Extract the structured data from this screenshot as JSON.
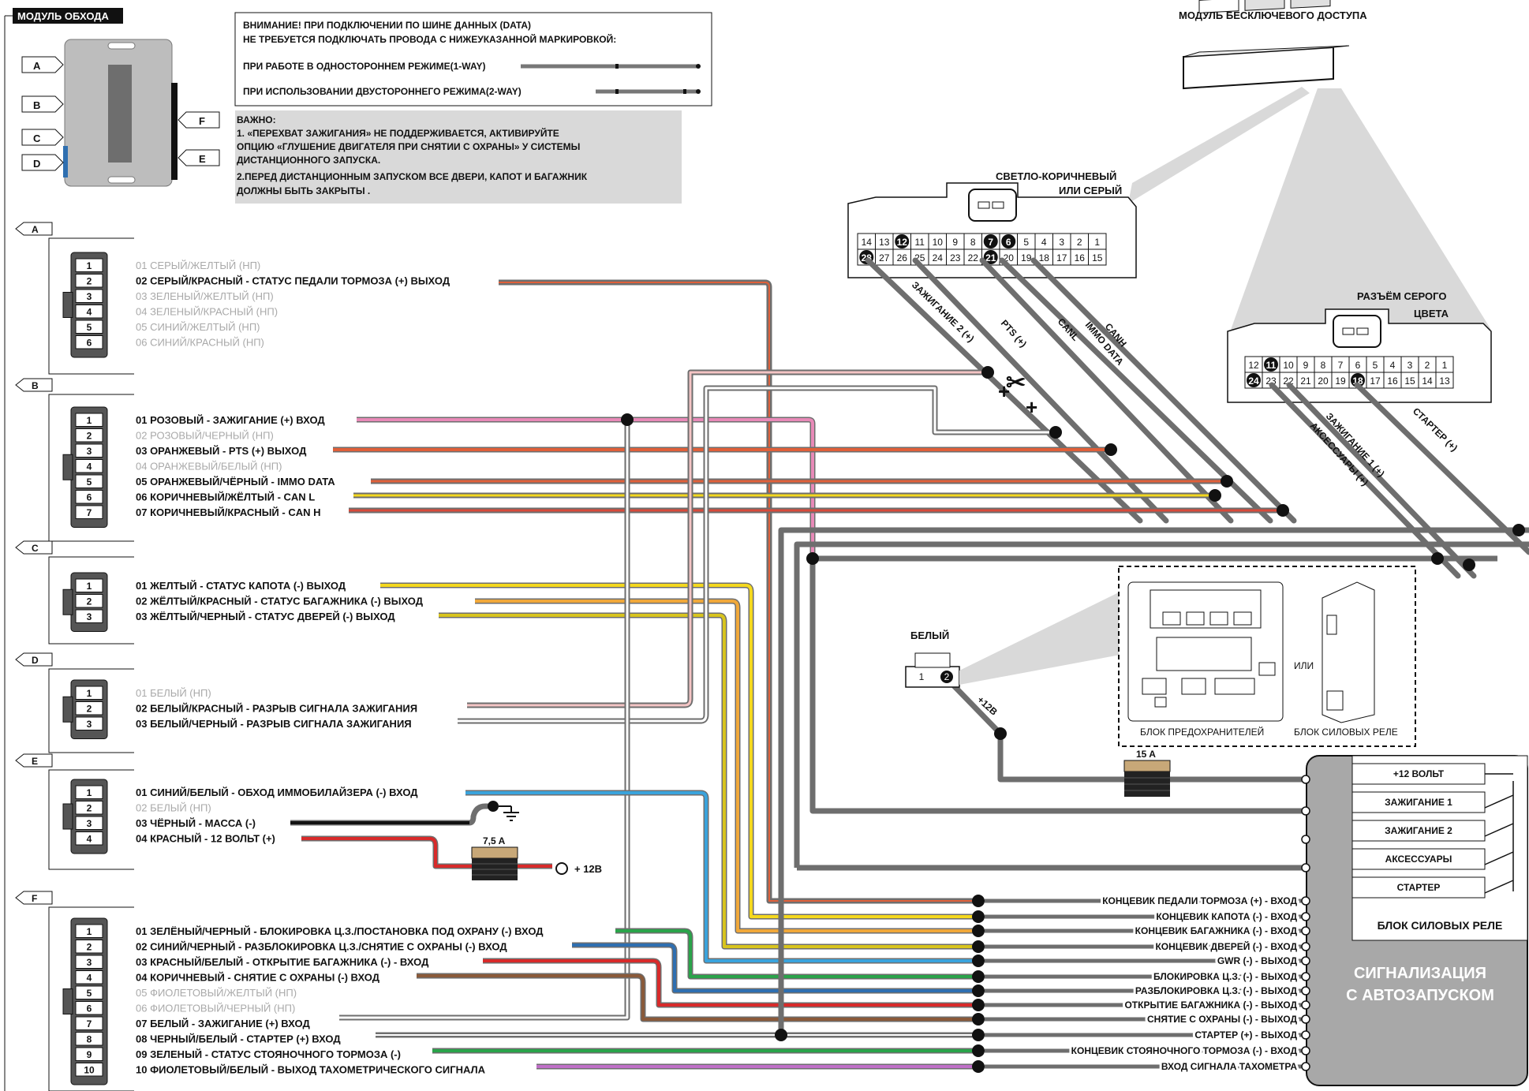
{
  "module_title": "МОДУЛЬ ОБХОДА",
  "keyless_title": "МОДУЛЬ БЕСКЛЮЧЕВОГО ДОСТУПА",
  "attention": {
    "line1": "ВНИМАНИЕ! ПРИ ПОДКЛЮЧЕНИИ ПО ШИНЕ ДАННЫХ (DATA)",
    "line2": "НЕ ТРЕБУЕТСЯ ПОДКЛЮЧАТЬ ПРОВОДА С НИЖЕУКАЗАННОЙ МАРКИРОВКОЙ:",
    "oneway": "ПРИ РАБОТЕ В ОДНОСТОРОННЕМ РЕЖИМЕ(1-WAY)",
    "twoway": "ПРИ ИСПОЛЬЗОВАНИИ ДВУСТОРОННЕГО РЕЖИМА(2-WAY)"
  },
  "important": {
    "l1": "ВАЖНО:",
    "l2": "1. «ПЕРЕХВАТ ЗАЖИГАНИЯ» НЕ ПОДДЕРЖИВАЕТСЯ, АКТИВИРУЙТЕ",
    "l3": "ОПЦИЮ «ГЛУШЕНИЕ ДВИГАТЕЛЯ ПРИ СНЯТИИ С ОХРАНЫ» У СИСТЕМЫ",
    "l4": "ДИСТАНЦИОННОГО ЗАПУСКА.",
    "l5": "2.ПЕРЕД  ДИСТАНЦИОННЫМ ЗАПУСКОМ ВСЕ ДВЕРИ, КАПОТ И БАГАЖНИК",
    "l6": "ДОЛЖНЫ БЫТЬ ЗАКРЫТЫ ."
  },
  "module_ports": [
    "A",
    "B",
    "C",
    "D",
    "E",
    "F"
  ],
  "connectors": {
    "A": {
      "tag": "A",
      "wires": [
        {
          "text": "01 СЕРЫЙ/ЖЕЛТЫЙ (НП)",
          "active": false
        },
        {
          "text": "02 СЕРЫЙ/КРАСНЫЙ - СТАТУС ПЕДАЛИ ТОРМОЗА (+) ВЫХОД",
          "active": true
        },
        {
          "text": "03 ЗЕЛЕНЫЙ/ЖЕЛТЫЙ (НП)",
          "active": false
        },
        {
          "text": "04 ЗЕЛЕНЫЙ/КРАСНЫЙ (НП)",
          "active": false
        },
        {
          "text": "05 СИНИЙ/ЖЕЛТЫЙ (НП)",
          "active": false
        },
        {
          "text": "06 СИНИЙ/КРАСНЫЙ (НП)",
          "active": false
        }
      ]
    },
    "B": {
      "tag": "B",
      "wires": [
        {
          "text": "01 РОЗОВЫЙ - ЗАЖИГАНИЕ (+) ВХОД",
          "active": true
        },
        {
          "text": "02 РОЗОВЫЙ/ЧЕРНЫЙ (НП)",
          "active": false
        },
        {
          "text": "03 ОРАНЖЕВЫЙ - PTS (+) ВЫХОД",
          "active": true
        },
        {
          "text": "04 ОРАНЖЕВЫЙ/БЕЛЫЙ (НП)",
          "active": false
        },
        {
          "text": "05 ОРАНЖЕВЫЙ/ЧЁРНЫЙ - IMMO DATA",
          "active": true
        },
        {
          "text": "06 КОРИЧНЕВЫЙ/ЖЁЛТЫЙ - CAN L",
          "active": true
        },
        {
          "text": "07 КОРИЧНЕВЫЙ/КРАСНЫЙ - CAN H",
          "active": true
        }
      ]
    },
    "C": {
      "tag": "C",
      "wires": [
        {
          "text": "01 ЖЕЛТЫЙ - СТАТУС КАПОТА (-) ВЫХОД",
          "active": true
        },
        {
          "text": "02 ЖЁЛТЫЙ/КРАСНЫЙ - СТАТУС БАГАЖНИКА (-) ВЫХОД",
          "active": true
        },
        {
          "text": "03 ЖЁЛТЫЙ/ЧЕРНЫЙ - СТАТУС ДВЕРЕЙ (-) ВЫХОД",
          "active": true
        }
      ]
    },
    "D": {
      "tag": "D",
      "wires": [
        {
          "text": "01 БЕЛЫЙ (НП)",
          "active": false
        },
        {
          "text": "02 БЕЛЫЙ/КРАСНЫЙ  - РАЗРЫВ СИГНАЛА ЗАЖИГАНИЯ",
          "active": true
        },
        {
          "text": "03 БЕЛЫЙ/ЧЕРНЫЙ - РАЗРЫВ СИГНАЛА ЗАЖИГАНИЯ",
          "active": true
        }
      ]
    },
    "E": {
      "tag": "E",
      "wires": [
        {
          "text": "01 СИНИЙ/БЕЛЫЙ - ОБХОД ИММОБИЛАЙЗЕРА (-) ВХОД",
          "active": true
        },
        {
          "text": "02 БЕЛЫЙ (НП)",
          "active": false
        },
        {
          "text": "03 ЧЁРНЫЙ - МАССА (-)",
          "active": true
        },
        {
          "text": "04 КРАСНЫЙ - 12 ВОЛЬТ (+)",
          "active": true
        }
      ]
    },
    "F": {
      "tag": "F",
      "wires": [
        {
          "text": "01 ЗЕЛЁНЫЙ/ЧЕРНЫЙ - БЛОКИРОВКА Ц.З./ПОСТАНОВКА ПОД ОХРАНУ (-) ВХОД",
          "active": true
        },
        {
          "text": "02 СИНИЙ/ЧЕРНЫЙ - РАЗБЛОКИРОВКА Ц.З./СНЯТИЕ С ОХРАНЫ (-) ВХОД",
          "active": true
        },
        {
          "text": "03 КРАСНЫЙ/БЕЛЫЙ - ОТКРЫТИЕ БАГАЖНИКА (-) - ВХОД",
          "active": true
        },
        {
          "text": "04 КОРИЧНЕВЫЙ - СНЯТИЕ С ОХРАНЫ (-) ВХОД",
          "active": true
        },
        {
          "text": "05 ФИОЛЕТОВЫЙ/ЖЕЛТЫЙ (НП)",
          "active": false
        },
        {
          "text": "06 ФИОЛЕТОВЫЙ/ЧЕРНЫЙ (НП)",
          "active": false
        },
        {
          "text": "07 БЕЛЫЙ - ЗАЖИГАНИЕ (+) ВХОД",
          "active": true
        },
        {
          "text": "08 ЧЕРНЫЙ/БЕЛЫЙ - СТАРТЕР (+) ВХОД",
          "active": true
        },
        {
          "text": "09 ЗЕЛЕНЫЙ - СТАТУС СТОЯНОЧНОГО ТОРМОЗА (-)",
          "active": true
        },
        {
          "text": "10 ФИОЛЕТОВЫЙ/БЕЛЫЙ - ВЫХОД ТАХОМЕТРИЧЕСКОГО СИГНАЛА",
          "active": true
        }
      ]
    }
  },
  "fuses": {
    "small": "7,5 A",
    "big": "15 A",
    "plus12": "+ 12B"
  },
  "brown_connector": {
    "title_l1": "СВЕТЛО-КОРИЧНЕВЫЙ",
    "title_l2": "ИЛИ СЕРЫЙ",
    "top_row": [
      "14",
      "13",
      "12",
      "11",
      "10",
      "9",
      "8",
      "7",
      "6",
      "5",
      "4",
      "3",
      "2",
      "1"
    ],
    "bottom_row": [
      "28",
      "27",
      "26",
      "25",
      "24",
      "23",
      "22",
      "21",
      "20",
      "19",
      "18",
      "17",
      "16",
      "15"
    ],
    "highlighted": [
      "12",
      "7",
      "6",
      "28",
      "21"
    ]
  },
  "grey_connector": {
    "title_l1": "РАЗЪЁМ СЕРОГО",
    "title_l2": "ЦВЕТА",
    "top_row": [
      "12",
      "11",
      "10",
      "9",
      "8",
      "7",
      "6",
      "5",
      "4",
      "3",
      "2",
      "1"
    ],
    "bottom_row": [
      "24",
      "23",
      "22",
      "21",
      "20",
      "19",
      "18",
      "17",
      "16",
      "15",
      "14",
      "13"
    ],
    "highlighted": [
      "11",
      "24",
      "18"
    ]
  },
  "wire_labels": {
    "ign2": "ЗАЖИГАНИЕ 2 (+)",
    "pts": "PTS (+)",
    "canl": "CANL",
    "immo": "IMMO DATA",
    "canh": "CANH",
    "ign1": "ЗАЖИГАНИЕ 1 (+)",
    "acc": "АКСЕССУАРЫ (+)",
    "starter": "СТАРТЕР (+)"
  },
  "white_conn": {
    "title": "БЕЛЫЙ",
    "pin1": "1",
    "pin2": "2",
    "label": "+12В"
  },
  "fuse_block": {
    "fuse_label": "БЛОК ПРЕДОХРАНИТЕЛЕЙ",
    "relay_label": "БЛОК СИЛОВЫХ РЕЛЕ",
    "or": "ИЛИ"
  },
  "alarm": {
    "relay_items": [
      "+12 ВОЛЬТ",
      "ЗАЖИГАНИЕ 1",
      "ЗАЖИГАНИЕ 2",
      "АКСЕССУАРЫ",
      "СТАРТЕР"
    ],
    "relay_title": "БЛОК СИЛОВЫХ РЕЛЕ",
    "title_l1": "СИГНАЛИЗАЦИЯ",
    "title_l2": "С АВТОЗАПУСКОМ",
    "inputs": [
      "КОНЦЕВИК ПЕДАЛИ ТОРМОЗА (+) - ВХОД",
      "КОНЦЕВИК КАПОТА (-) - ВХОД",
      "КОНЦЕВИК БАГАЖНИКА (-) - ВХОД",
      "КОНЦЕВИК ДВЕРЕЙ (-) - ВХОД",
      "GWR (-) - ВЫХОД",
      "БЛОКИРОВКА Ц.З. (-) - ВЫХОД",
      "РАЗБЛОКИРОВКА Ц.З. (-) - ВЫХОД",
      "ОТКРЫТИЕ БАГАЖНИКА (-) - ВЫХОД",
      "СНЯТИЕ С ОХРАНЫ (-) - ВЫХОД",
      "СТАРТЕР (+) - ВЫХОД",
      "КОНЦЕВИК СТОЯНОЧНОГО ТОРМОЗА (-) - ВХОД",
      "ВХОД СИГНАЛА ТАХОМЕТРА"
    ]
  },
  "colors": {
    "wire_grey": "#6e6e6e",
    "pink": "#e88ab8",
    "orange": "#e0603a",
    "yellow": "#f4d81e",
    "blue": "#3aa3dc",
    "red": "#d82a2a",
    "green": "#2aa34a",
    "brown": "#8a5a3a",
    "violet": "#c070c8",
    "panel_grey": "#a8a8a8",
    "note_grey": "#d9d9d9"
  }
}
